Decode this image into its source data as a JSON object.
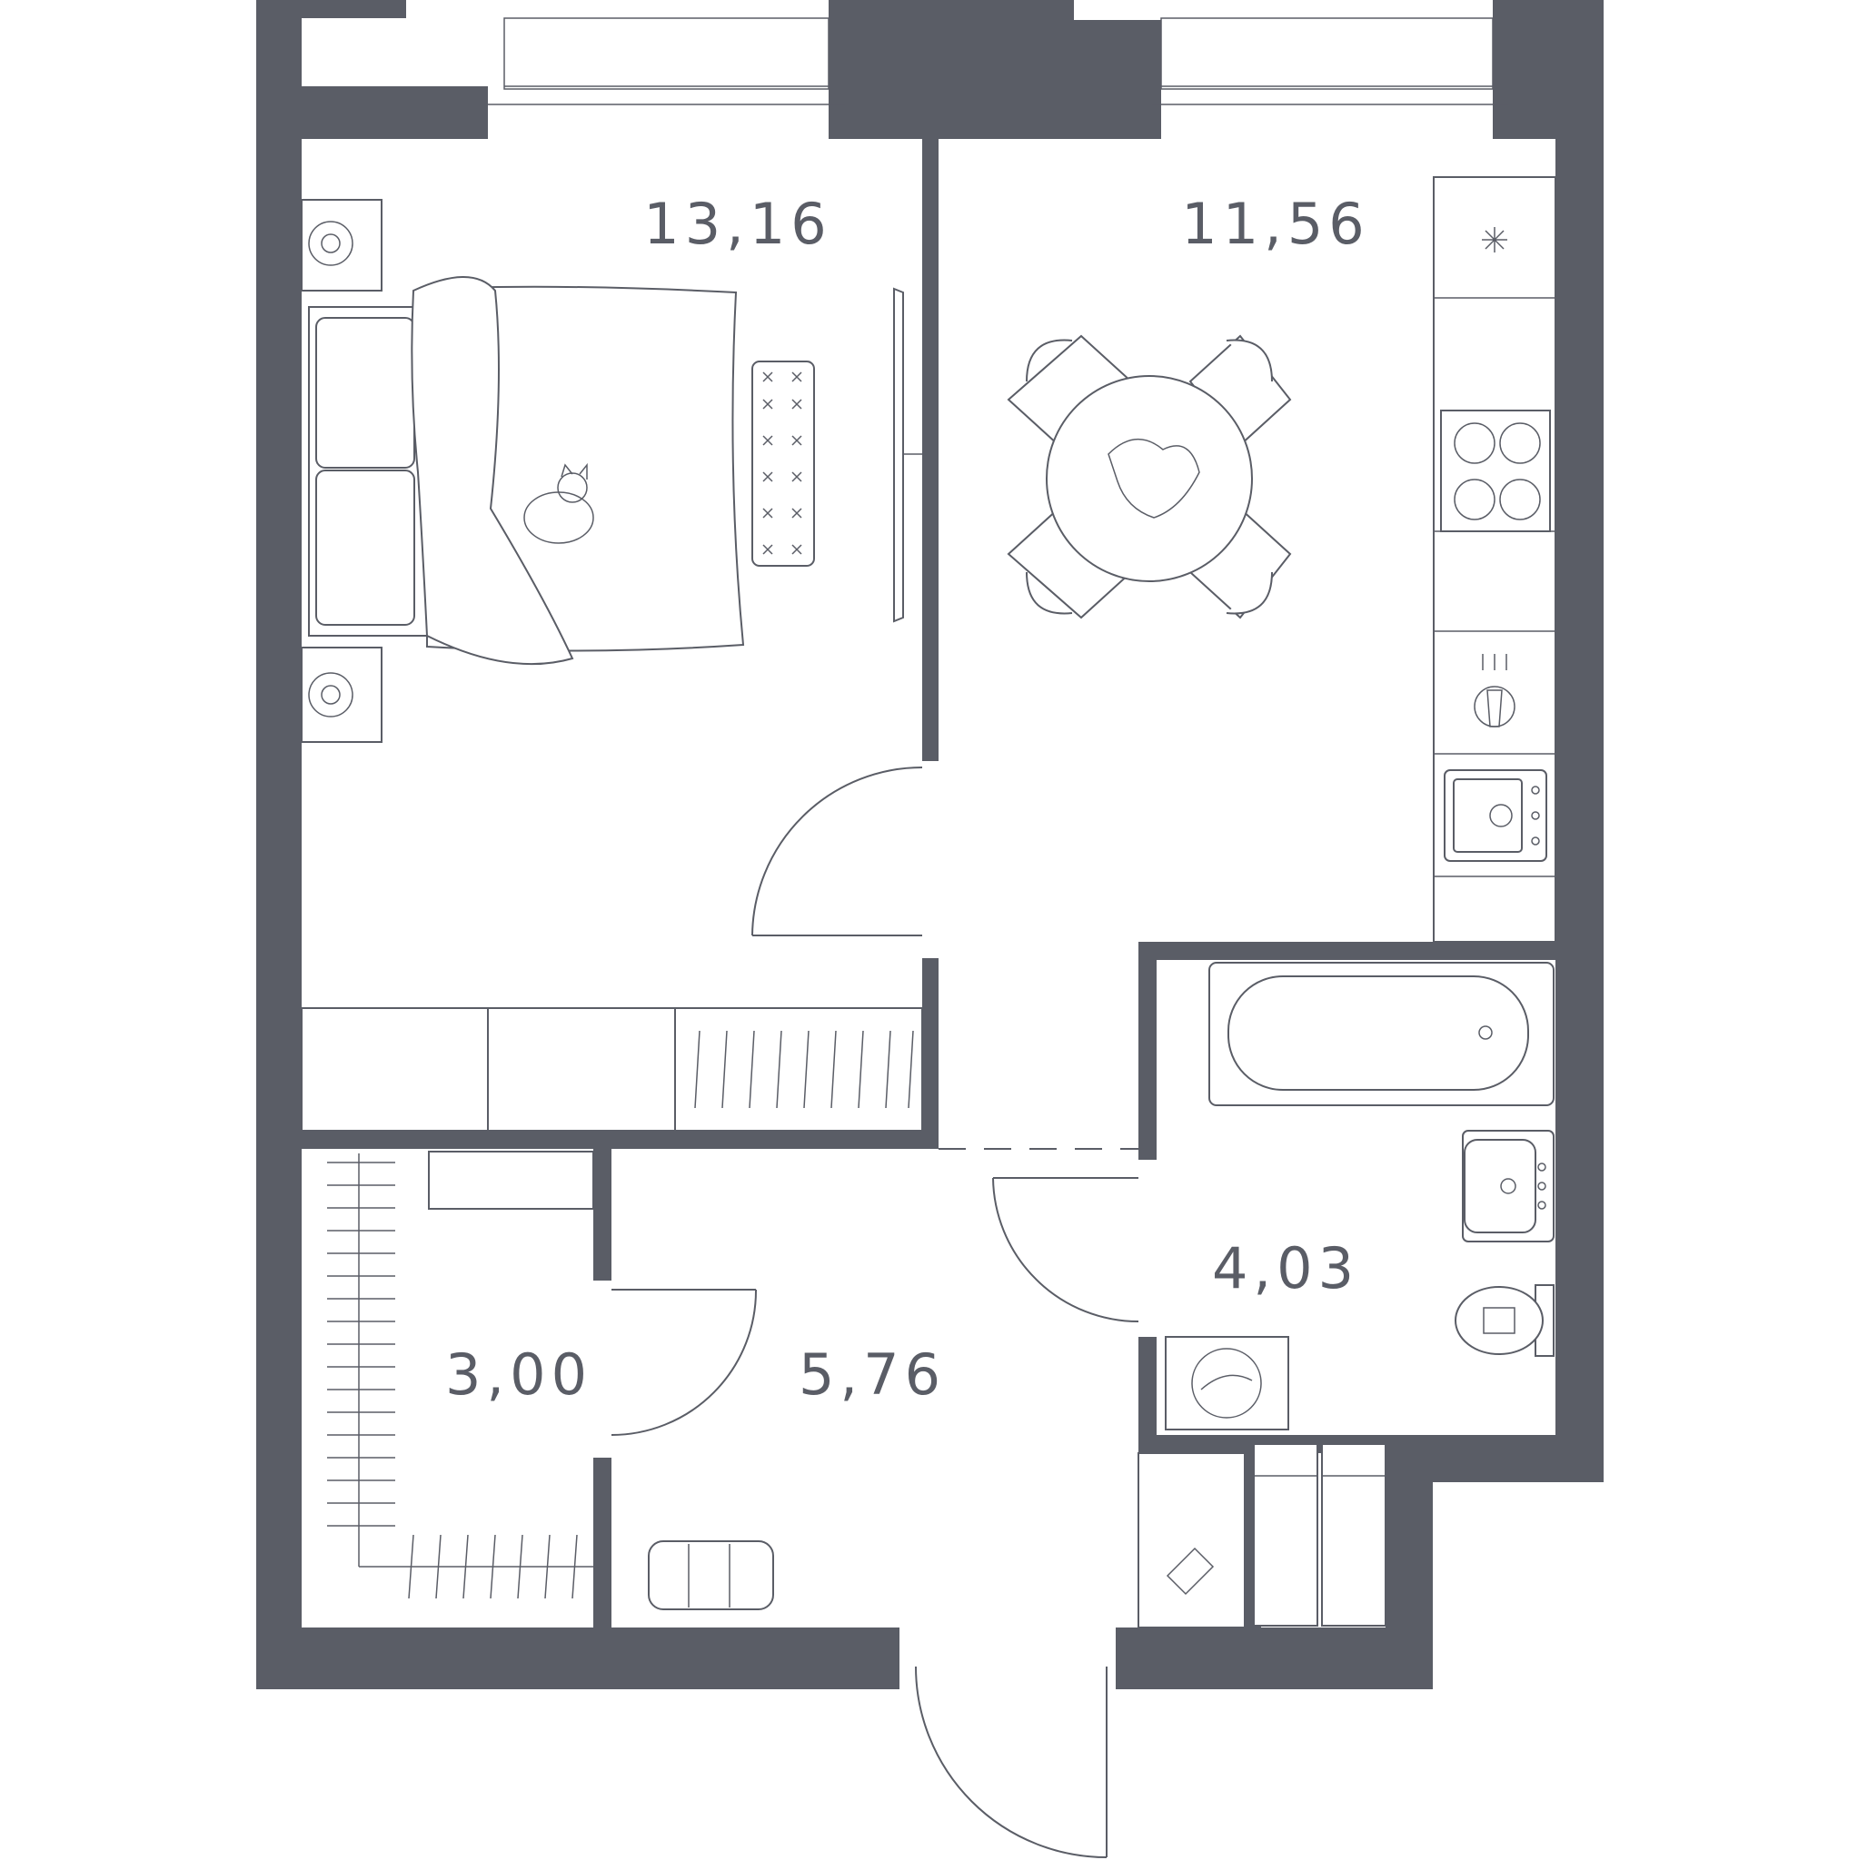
{
  "colors": {
    "wall": "#5a5d66",
    "background": "#ffffff",
    "line": "#5a5d66"
  },
  "rooms": {
    "bedroom": {
      "area": "13,16"
    },
    "kitchen": {
      "area": "11,56"
    },
    "bathroom": {
      "area": "4,03"
    },
    "closet": {
      "area": "3,00"
    },
    "hallway": {
      "area": "5,76"
    }
  },
  "icons": [
    "bed-icon",
    "cat-icon",
    "lamp-icon",
    "tv-icon",
    "dining-table-icon",
    "chair-icon",
    "fridge-icon",
    "hob-icon",
    "hood-icon",
    "sink-icon",
    "bathtub-icon",
    "washbasin-icon",
    "toilet-icon",
    "washing-machine-icon",
    "wardrobe-icon",
    "pouf-icon",
    "door-icon"
  ]
}
